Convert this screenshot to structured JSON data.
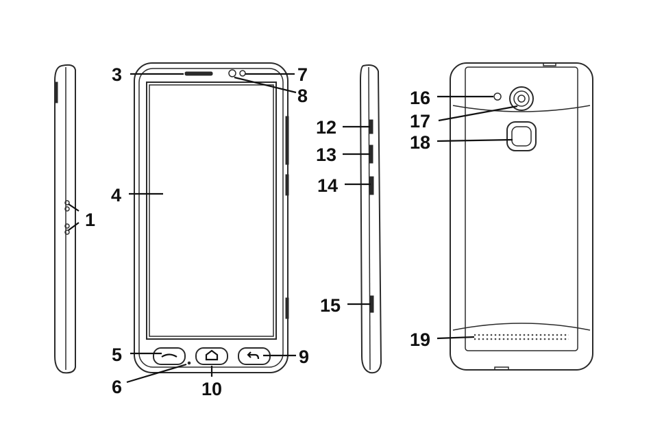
{
  "callouts": [
    {
      "id": "c1",
      "text": "1"
    },
    {
      "id": "c3",
      "text": "3"
    },
    {
      "id": "c4",
      "text": "4"
    },
    {
      "id": "c5",
      "text": "5"
    },
    {
      "id": "c6",
      "text": "6"
    },
    {
      "id": "c7",
      "text": "7"
    },
    {
      "id": "c8",
      "text": "8"
    },
    {
      "id": "c9",
      "text": "9"
    },
    {
      "id": "c10",
      "text": "10"
    },
    {
      "id": "c12",
      "text": "12"
    },
    {
      "id": "c13",
      "text": "13"
    },
    {
      "id": "c14",
      "text": "14"
    },
    {
      "id": "c15",
      "text": "15"
    },
    {
      "id": "c16",
      "text": "16"
    },
    {
      "id": "c17",
      "text": "17"
    },
    {
      "id": "c18",
      "text": "18"
    },
    {
      "id": "c19",
      "text": "19"
    }
  ],
  "colors": {
    "line": "#2a2a2a",
    "label": "#111111",
    "background": "#ffffff"
  }
}
